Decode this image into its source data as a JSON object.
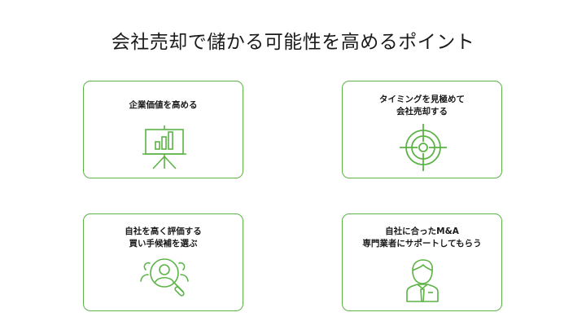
{
  "title": "会社売却で儲かる可能性を高めるポイント",
  "accent_color": "#5cb346",
  "cards": [
    {
      "lines": [
        "企業価値を高める"
      ],
      "icon": "presentation-chart-icon"
    },
    {
      "lines": [
        "タイミングを見極めて",
        "会社売却する"
      ],
      "icon": "target-crosshair-icon"
    },
    {
      "lines": [
        "自社を高く評価する",
        "買い手候補を選ぶ"
      ],
      "icon": "people-search-icon"
    },
    {
      "lines": [
        "自社に合ったM&A",
        "専門業者にサポートしてもらう"
      ],
      "icon": "businessman-icon"
    }
  ]
}
